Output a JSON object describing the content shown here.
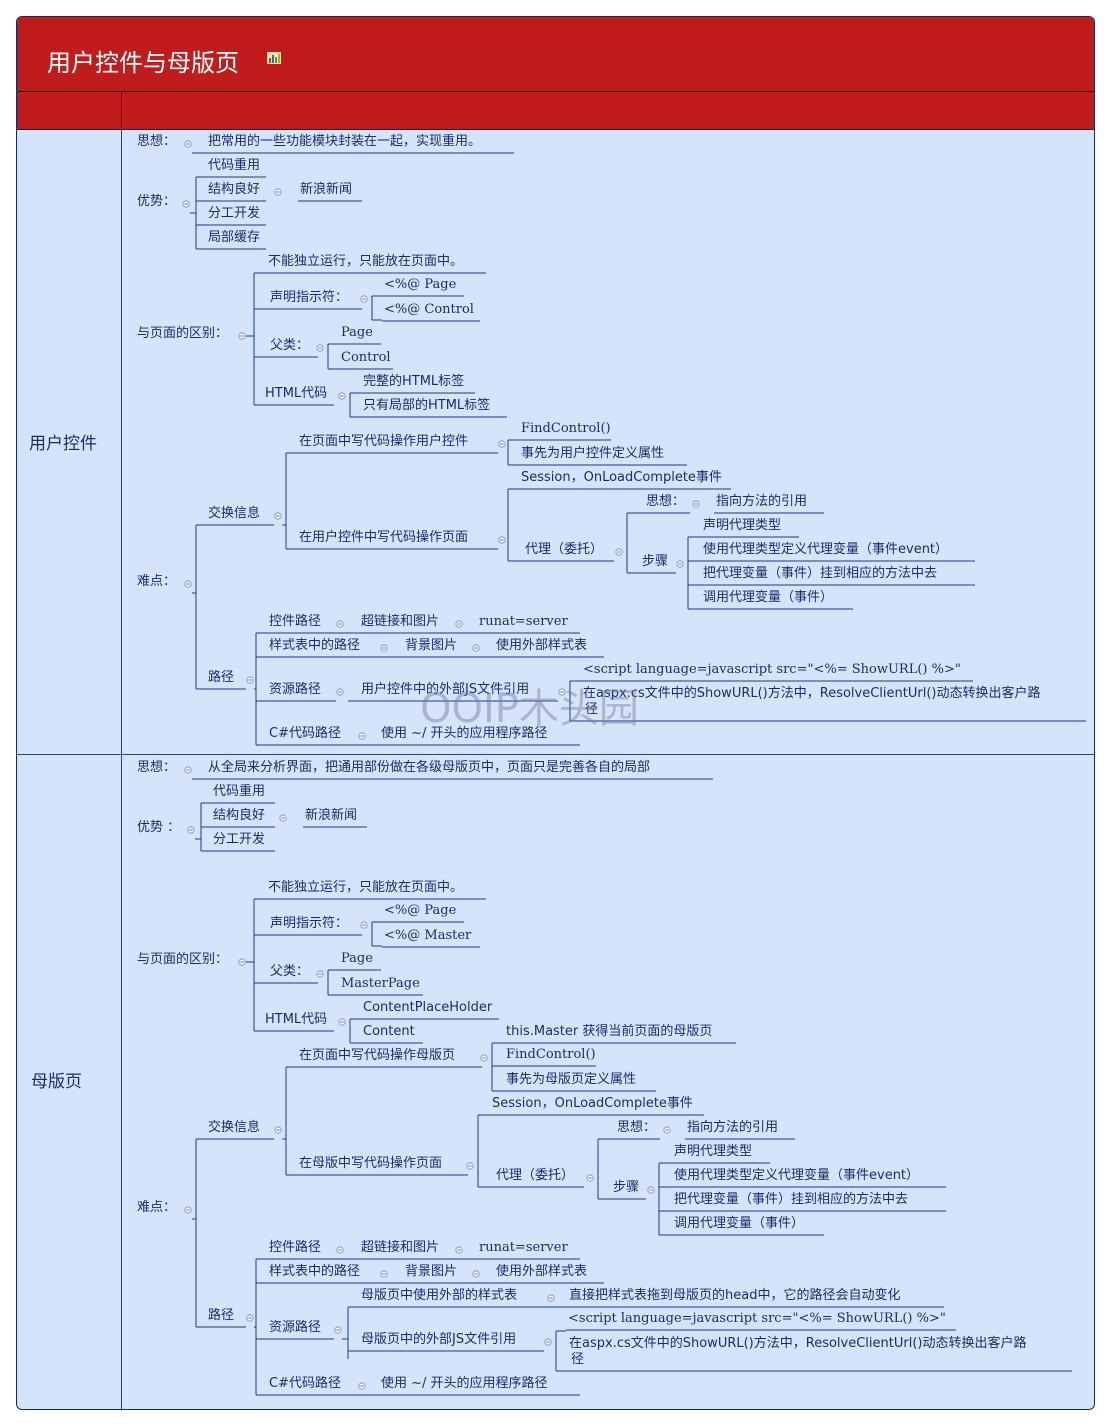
{
  "title": "用户控件与母版页",
  "watermark": "OOIP木头园",
  "colors": {
    "title_bg": "#c01c1c",
    "body_bg": "#d6e4fb",
    "text": "#1a2b6d",
    "line": "#1a3a8a"
  },
  "section1": {
    "title": "用户控件",
    "idea": {
      "label": "思想：",
      "text": "把常用的一些功能模块封装在一起，实现重用。"
    },
    "advantage": {
      "label": "优势：",
      "items": [
        "代码重用",
        "结构良好",
        "分工开发",
        "局部缓存"
      ],
      "example": "新浪新闻"
    },
    "diff": {
      "label": "与页面的区别：",
      "standalone": "不能独立运行，只能放在页面中。",
      "directive": "声明指示符：",
      "dir_page": "<%@ Page",
      "dir_other": "<%@ Control",
      "parent": "父类：",
      "parent_page": "Page",
      "parent_other": "Control",
      "html": "HTML代码",
      "html_a": "完整的HTML标签",
      "html_b": "只有局部的HTML标签"
    },
    "difficulty": {
      "label": "难点：",
      "exchange": "交换信息",
      "page_to": "在页面中写代码操作用户控件",
      "find": "FindControl()",
      "define": "事先为用户控件定义属性",
      "ctrl_to": "在用户控件中写代码操作页面",
      "session": "Session，OnLoadComplete事件",
      "delegate": "代理（委托）",
      "d_idea": "思想：",
      "d_idea_text": "指向方法的引用",
      "steps": "步骤",
      "step1": "声明代理类型",
      "step2": "使用代理类型定义代理变量（事件event）",
      "step3": "把代理变量（事件）挂到相应的方法中去",
      "step4": "调用代理变量（事件）",
      "path": "路径",
      "ctl_path": "控件路径",
      "ctl_path_a": "超链接和图片",
      "ctl_path_b": "runat=server",
      "css_path": "样式表中的路径",
      "css_path_a": "背景图片",
      "css_path_b": "使用外部样式表",
      "res_path": "资源路径",
      "res_js": "用户控件中的外部JS文件引用",
      "res_js_a": "<script language=javascript src=\"<%= ShowURL() %>\"",
      "res_js_b": "在aspx.cs文件中的ShowURL()方法中，ResolveClientUrl()动态转换出客户路",
      "res_js_b2": "径",
      "cs_path": "C#代码路径",
      "cs_path_a": "使用 ~/ 开头的应用程序路径"
    }
  },
  "section2": {
    "title": "母版页",
    "idea": {
      "label": "思想：",
      "text": "从全局来分析界面，把通用部份做在各级母版页中，页面只是完善各自的局部"
    },
    "advantage": {
      "label": "优势 ：",
      "items": [
        "代码重用",
        "结构良好",
        "分工开发"
      ],
      "example": "新浪新闻"
    },
    "diff": {
      "label": "与页面的区别：",
      "standalone": "不能独立运行，只能放在页面中。",
      "directive": "声明指示符：",
      "dir_page": "<%@ Page",
      "dir_other": "<%@ Master",
      "parent": "父类：",
      "parent_page": "Page",
      "parent_other": "MasterPage",
      "html": "HTML代码",
      "html_a": "ContentPlaceHolder",
      "html_b": "Content"
    },
    "difficulty": {
      "label": "难点：",
      "exchange": "交换信息",
      "page_to": "在页面中写代码操作母版页",
      "this_master": "this.Master 获得当前页面的母版页",
      "find": "FindControl()",
      "define": "事先为母版页定义属性",
      "ctrl_to": "在母版中写代码操作页面",
      "session": "Session，OnLoadComplete事件",
      "delegate": "代理（委托）",
      "d_idea": "思想：",
      "d_idea_text": "指向方法的引用",
      "steps": "步骤",
      "step1": "声明代理类型",
      "step2": "使用代理类型定义代理变量（事件event）",
      "step3": "把代理变量（事件）挂到相应的方法中去",
      "step4": "调用代理变量（事件）",
      "path": "路径",
      "ctl_path": "控件路径",
      "ctl_path_a": "超链接和图片",
      "ctl_path_b": "runat=server",
      "css_path": "样式表中的路径",
      "css_path_a": "背景图片",
      "css_path_b": "使用外部样式表",
      "res_path": "资源路径",
      "res_css": "母版页中使用外部的样式表",
      "res_css_a": "直接把样式表拖到母版页的head中，它的路径会自动变化",
      "res_js": "母版页中的外部JS文件引用",
      "res_js_a": "<script language=javascript src=\"<%= ShowURL() %>\"",
      "res_js_b": "在aspx.cs文件中的ShowURL()方法中，ResolveClientUrl()动态转换出客户路",
      "res_js_b2": "径",
      "cs_path": "C#代码路径",
      "cs_path_a": "使用 ~/ 开头的应用程序路径"
    }
  }
}
